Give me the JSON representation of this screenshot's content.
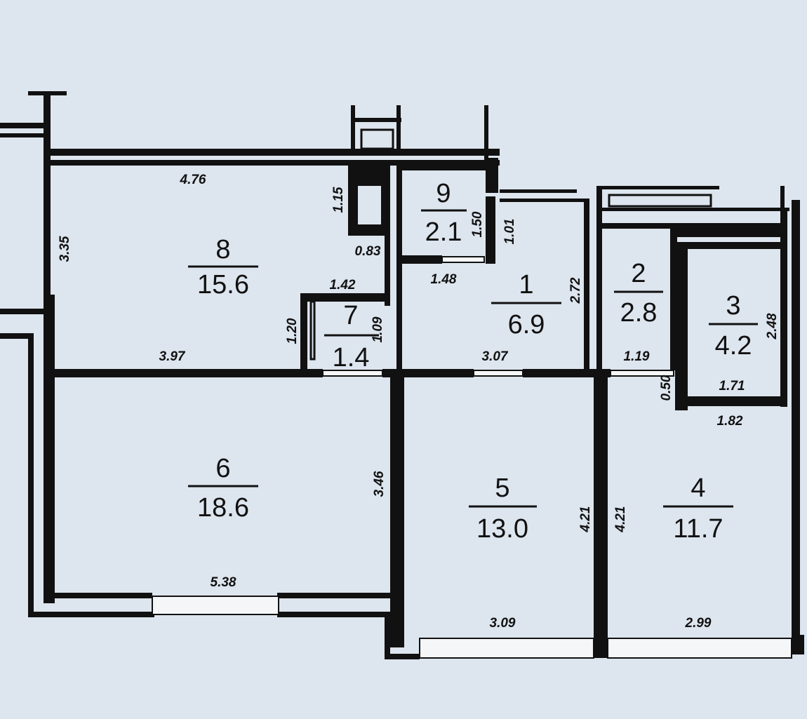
{
  "rooms": [
    {
      "number": "8",
      "area": "15.6"
    },
    {
      "number": "9",
      "area": "2.1"
    },
    {
      "number": "1",
      "area": "6.9"
    },
    {
      "number": "2",
      "area": "2.8"
    },
    {
      "number": "3",
      "area": "4.2"
    },
    {
      "number": "7",
      "area": "1.4"
    },
    {
      "number": "6",
      "area": "18.6"
    },
    {
      "number": "5",
      "area": "13.0"
    },
    {
      "number": "4",
      "area": "11.7"
    }
  ],
  "dimensions": {
    "d476": "4.76",
    "d335": "3.35",
    "d115": "1.15",
    "d083": "0.83",
    "d150": "1.50",
    "d101": "1.01",
    "d148": "1.48",
    "d142": "1.42",
    "d120": "1.20",
    "d109": "1.09",
    "d397": "3.97",
    "d307": "3.07",
    "d272": "2.72",
    "d119": "1.19",
    "d050": "0.50",
    "d171": "1.71",
    "d248": "2.48",
    "d182": "1.82",
    "d346": "3.46",
    "d421a": "4.21",
    "d421b": "4.21",
    "d538": "5.38",
    "d309": "3.09",
    "d299": "2.99"
  }
}
